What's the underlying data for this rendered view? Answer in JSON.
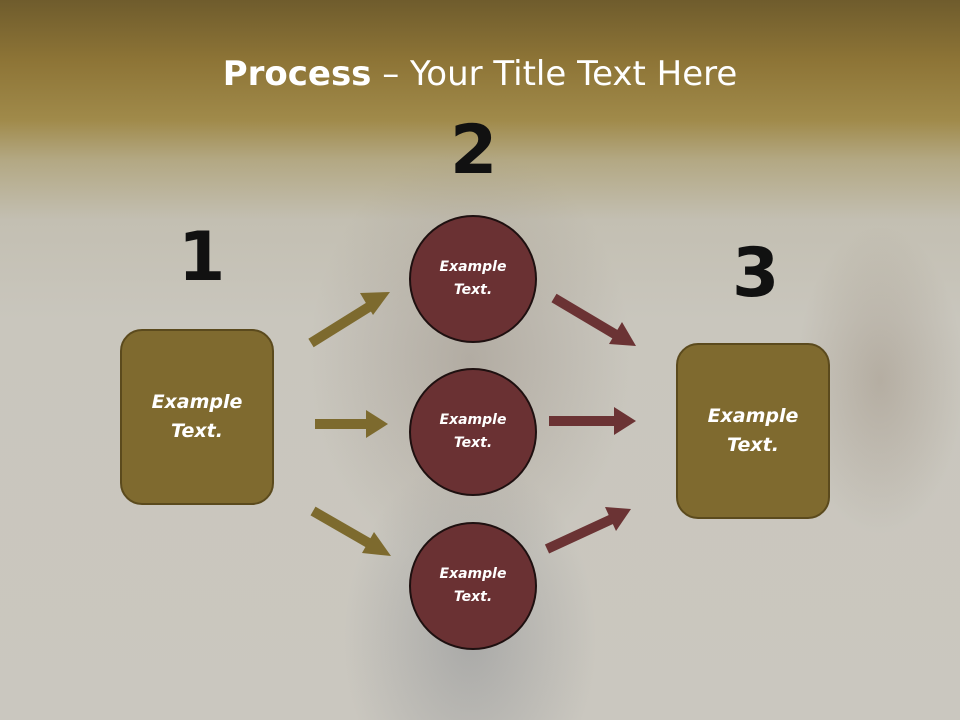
{
  "slide": {
    "title_bold": "Process",
    "title_rest": " – Your Title Text Here"
  },
  "steps": {
    "one": "1",
    "two": "2",
    "three": "3"
  },
  "boxes": {
    "left": "Example Text.",
    "right": "Example Text."
  },
  "circles": {
    "top": "Example Text.",
    "middle": "Example Text.",
    "bottom": "Example Text."
  },
  "colors": {
    "box_fill": "#7f6a2f",
    "circle_fill": "#6a3133",
    "arrow_gold": "#7d6a2e",
    "arrow_maroon": "#6b3334"
  }
}
